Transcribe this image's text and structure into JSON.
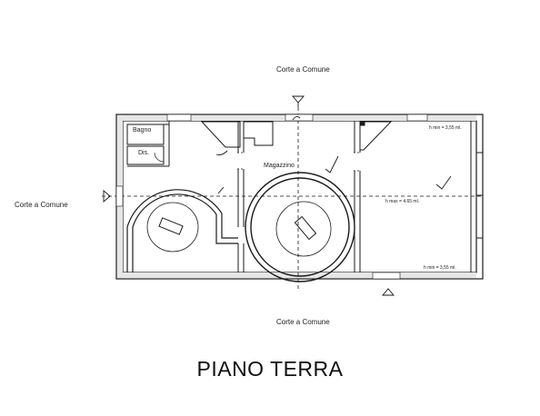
{
  "labels": {
    "court_top": "Corte a Comune",
    "court_left": "Corte a Comune",
    "court_bottom": "Corte a Comune"
  },
  "rooms": {
    "bagno": "Bagno",
    "dis": "Dis.",
    "magazzino": "Magazzino"
  },
  "heights": {
    "h_min_top": "h min = 3,55 ml.",
    "h_max": "h max = 4,65 ml.",
    "h_min_bottom": "h min = 3,55 ml."
  },
  "title": "PIANO TERRA",
  "colors": {
    "line": "#1a1a1a",
    "hatch": "#555555"
  }
}
